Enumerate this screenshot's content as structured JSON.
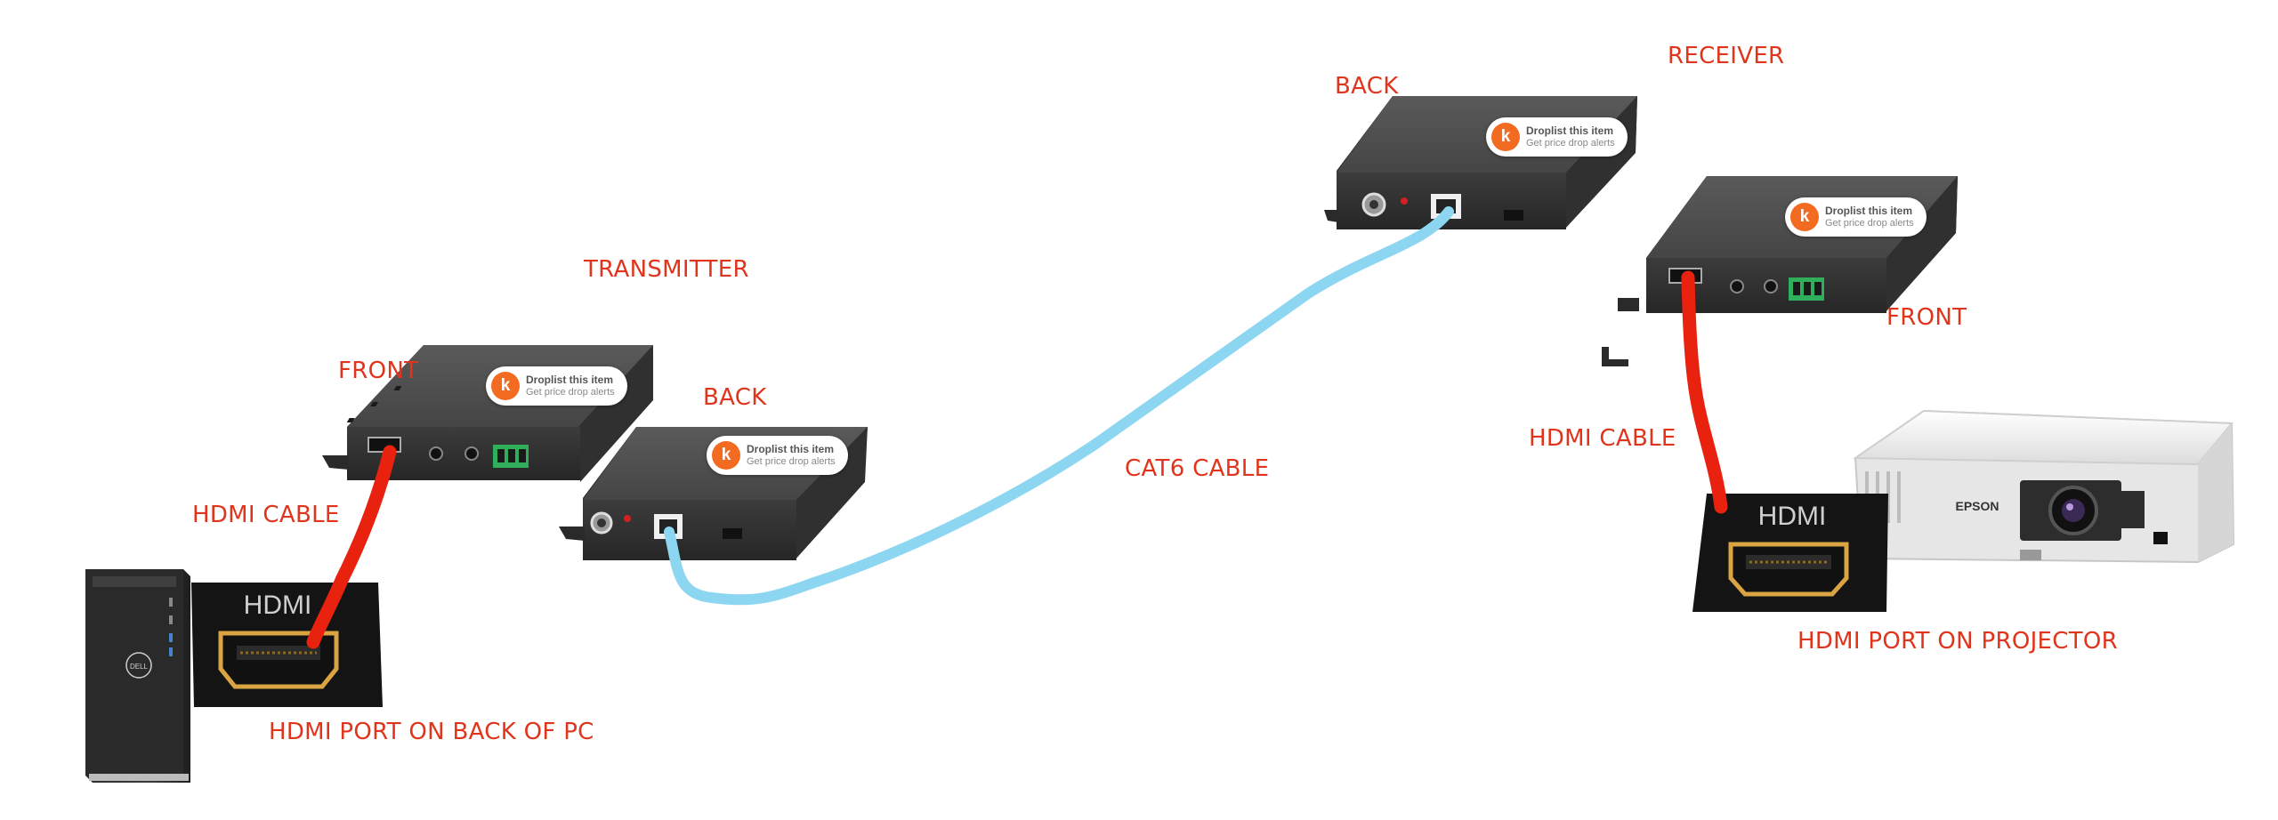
{
  "labels": {
    "transmitter": "TRANSMITTER",
    "receiver": "RECEIVER",
    "tx_front": "FRONT",
    "tx_back": "BACK",
    "rx_back": "BACK",
    "rx_front": "FRONT",
    "hdmi_cable_left": "HDMI CABLE",
    "hdmi_cable_right": "HDMI CABLE",
    "cat6_cable": "CAT6 CABLE",
    "pc_port": "HDMI PORT ON BACK OF PC",
    "projector_port": "HDMI PORT ON PROJECTOR"
  },
  "badge": {
    "title": "Droplist this item",
    "subtitle": "Get price drop alerts",
    "logo_glyph": "k"
  },
  "port_word": "HDMI",
  "brands": {
    "pc": "DELL",
    "projector": "EPSON"
  },
  "colors": {
    "label": "#e0351c",
    "hdmi_cable": "#e8220f",
    "cat6_cable": "#8dd6f1",
    "device_body": "#3a3a3a",
    "terminal_block": "#2fae5b",
    "port_gold": "#d9a441",
    "badge_logo": "#f26b21"
  },
  "icons": [
    "hdmi-port-icon",
    "rj45-port-icon",
    "terminal-block-icon",
    "badge-logo-icon"
  ]
}
